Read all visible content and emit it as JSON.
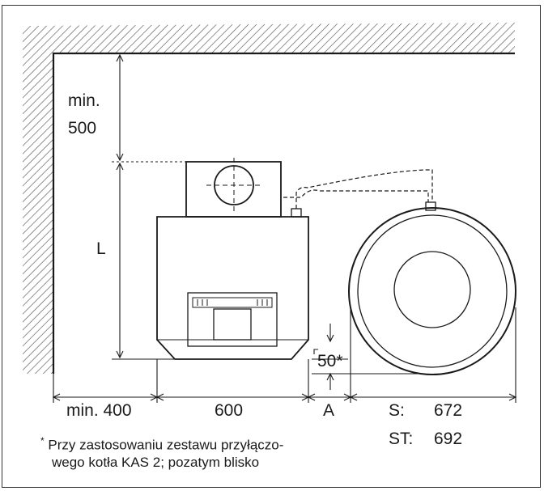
{
  "labels": {
    "min_500": "min.\n500",
    "L": "L",
    "fifty": "50*",
    "min_400": "min. 400",
    "six_hundred": "600",
    "A": "A",
    "S_key": "S:",
    "S_val": "672",
    "ST_key": "ST:",
    "ST_val": "692"
  },
  "footnote": {
    "marker": "*",
    "line1": "Przy zastosowaniu zestawu przyłączo-",
    "line2": "wego kotła KAS 2; pozatym blisko"
  },
  "colors": {
    "ink": "#1a1a1a",
    "hatch": "#555555",
    "paper": "#ffffff"
  }
}
